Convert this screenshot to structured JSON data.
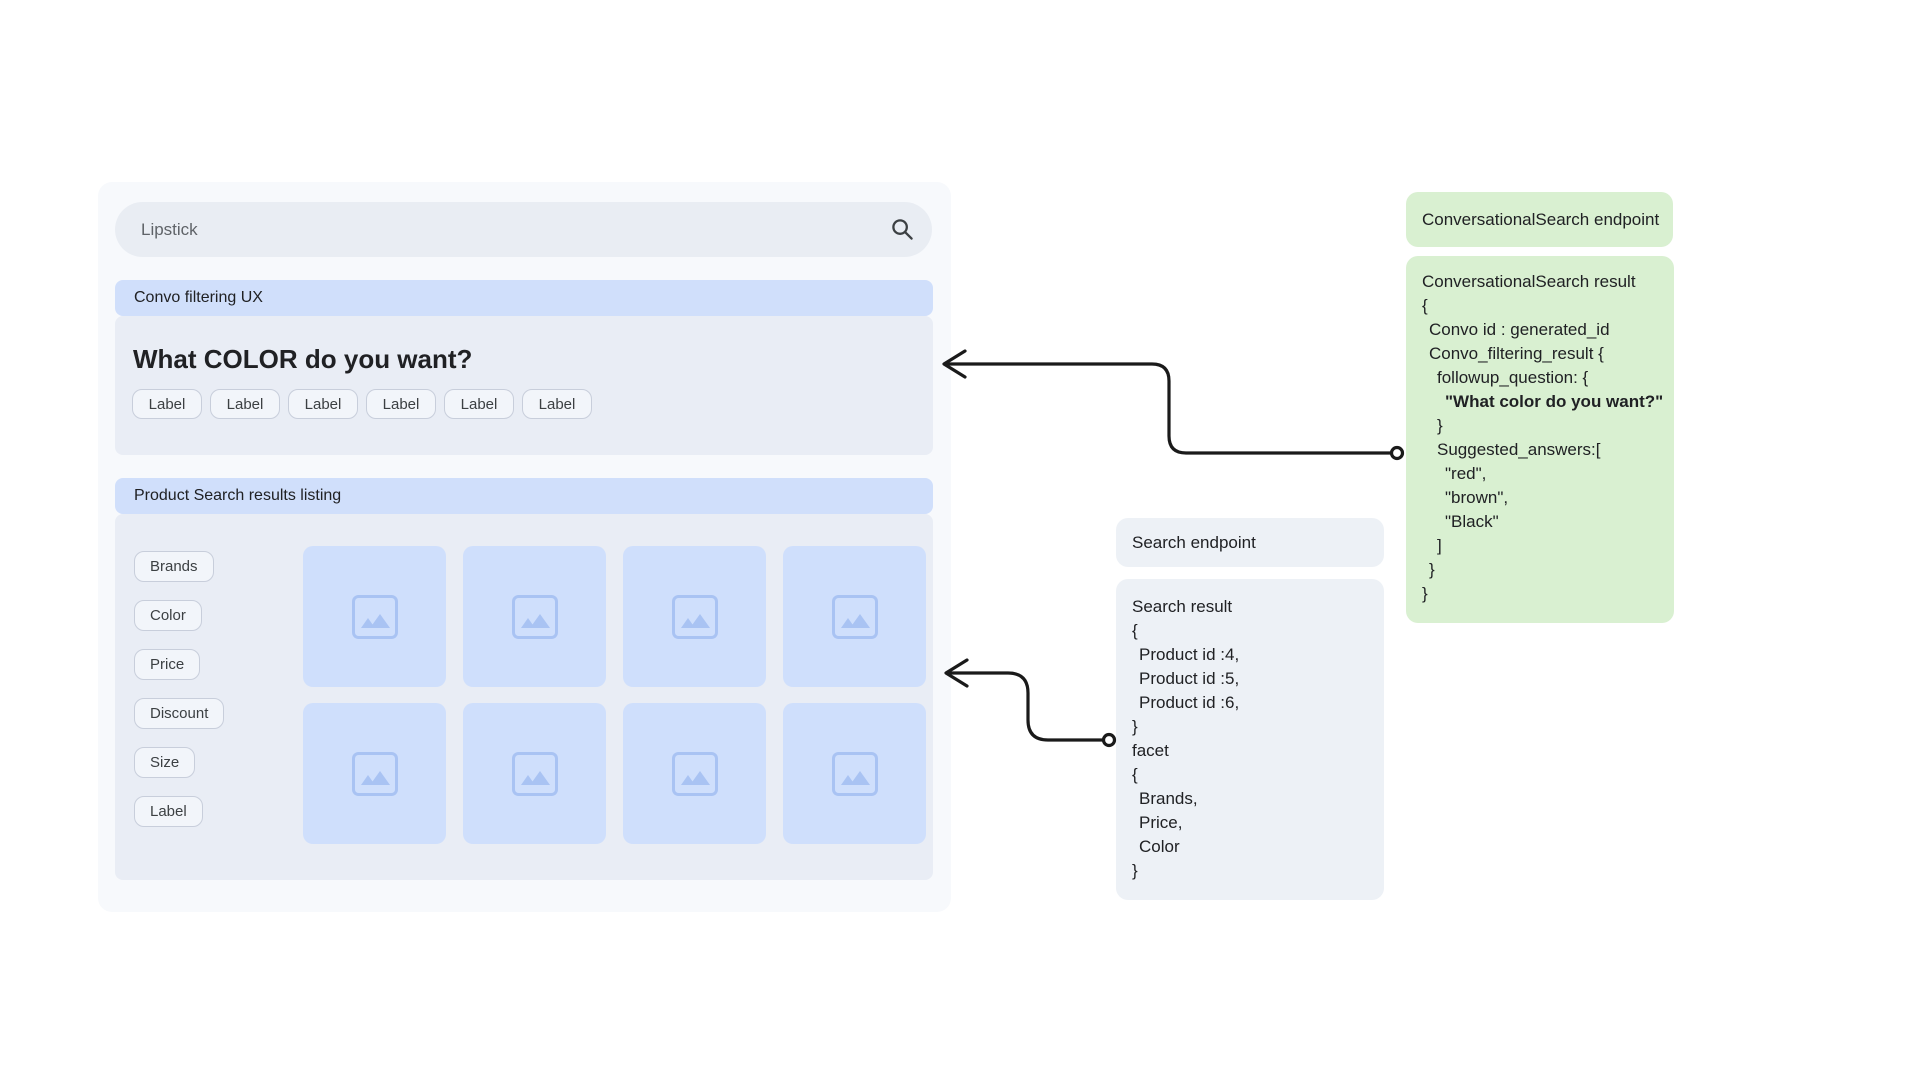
{
  "search": {
    "value": "Lipstick",
    "icon": "search-icon"
  },
  "convo": {
    "header": "Convo filtering UX",
    "question": "What COLOR do you want?",
    "labels": [
      "Label",
      "Label",
      "Label",
      "Label",
      "Label",
      "Label"
    ]
  },
  "listing": {
    "header": "Product Search results listing",
    "filters": [
      "Brands",
      "Color",
      "Price",
      "Discount",
      "Size",
      "Label"
    ],
    "tile_icon": "image-placeholder-icon",
    "tile_count": 8
  },
  "annotations": {
    "convo_endpoint": {
      "title": "ConversationalSearch endpoint"
    },
    "convo_result": {
      "title": "ConversationalSearch result",
      "lines": [
        "{",
        "Convo id : generated_id",
        "Convo_filtering_result {",
        "followup_question: {",
        "\"What color do you want?\"",
        "}",
        "Suggested_answers:[",
        "\"red\",",
        "\"brown\",",
        "\"Black\"",
        "]",
        "}",
        "}"
      ]
    },
    "search_endpoint": {
      "title": "Search endpoint"
    },
    "search_result": {
      "title": "Search result",
      "lines": [
        "{",
        "Product id :4,",
        "Product id :5,",
        "Product id :6,",
        "}",
        "facet",
        "{",
        "Brands,",
        "Price,",
        "Color",
        "}"
      ]
    }
  },
  "colors": {
    "annotation_green": "#d9f0d1",
    "annotation_gray": "#edf1f6",
    "ux_header_blue": "#d0dffb",
    "tile_blue": "#cfdffc"
  }
}
